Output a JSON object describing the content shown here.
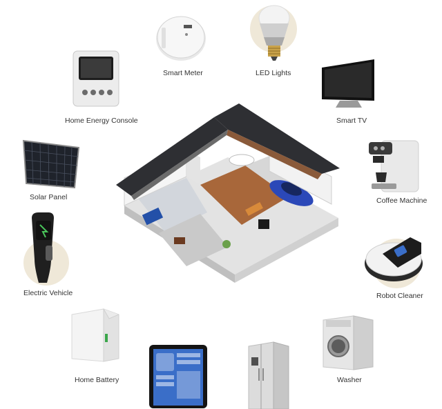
{
  "labels": {
    "smart_meter": "Smart Meter",
    "led_lights": "LED Lights",
    "home_energy_console": "Home Energy Console",
    "smart_tv": "Smart TV",
    "solar_panel": "Solar Panel",
    "coffee_machine": "Coffee Machine",
    "electric_vehicle": "Electric Vehicle",
    "robot_cleaner": "Robot Cleaner",
    "home_battery": "Home Battery",
    "washer": "Washer"
  },
  "icons": {
    "smart_meter": "smart-meter-icon",
    "led_lights": "led-bulb-icon",
    "home_energy_console": "energy-console-icon",
    "smart_tv": "tv-icon",
    "solar_panel": "solar-panel-icon",
    "coffee_machine": "coffee-machine-icon",
    "electric_vehicle": "ev-charger-icon",
    "robot_cleaner": "robot-cleaner-icon",
    "home_battery": "home-battery-icon",
    "washer": "washer-icon",
    "tablet": "tablet-icon",
    "refrigerator": "refrigerator-icon",
    "house": "house-cutaway-icon"
  },
  "colors": {
    "accent_circle": "#efe8d8",
    "roof": "#2e2f33",
    "floor_wood": "#a8673a",
    "car_blue": "#2b48b8",
    "screen_blue": "#3a6ec8"
  }
}
